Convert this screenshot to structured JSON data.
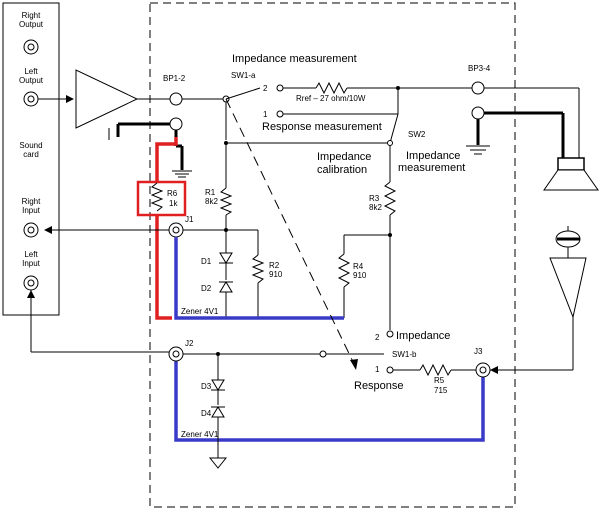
{
  "sound_card": {
    "right_output": [
      "Right",
      "Output"
    ],
    "left_output": [
      "Left",
      "Output"
    ],
    "title": [
      "Sound",
      "card"
    ],
    "right_input": [
      "Right",
      "Input"
    ],
    "left_input": [
      "Left",
      "Input"
    ]
  },
  "labels": {
    "bp12": "BP1-2",
    "bp34": "BP3-4",
    "sw1a": "SW1-a",
    "sw1b": "SW1-b",
    "sw2": "SW2",
    "impedance_measurement": "Impedance measurement",
    "response_measurement": "Response measurement",
    "impedance_calibration": [
      "Impedance",
      "calibration"
    ],
    "impedance_measurement_sw2": [
      "Impedance",
      "measurement"
    ],
    "rref": "Rref – 27 ohm/10W",
    "pin2": "2",
    "pin1": "1",
    "impedance": "Impedance",
    "response": "Response"
  },
  "components": {
    "r6": [
      "R6",
      "1k"
    ],
    "r1": [
      "R1",
      "8k2"
    ],
    "r2": [
      "R2",
      "910"
    ],
    "r3": [
      "R3",
      "8k2"
    ],
    "r4": [
      "R4",
      "910"
    ],
    "r5": [
      "R5",
      "715"
    ],
    "d1": "D1",
    "d2": "D2",
    "d3": "D3",
    "d4": "D4",
    "zener_top": "Zener 4V1",
    "zener_bottom": "Zener 4V1",
    "j1": "J1",
    "j2": "J2",
    "j3": "J3"
  },
  "colors": {
    "red_path": "#e02020",
    "blue_path": "#3a3ac8"
  }
}
